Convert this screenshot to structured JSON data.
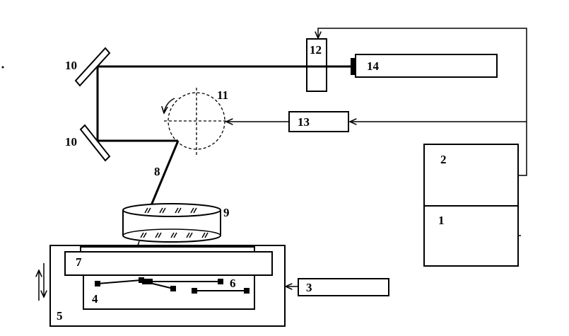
{
  "labels": {
    "l1": "1",
    "l2": "2",
    "l3": "3",
    "l4": "4",
    "l5": "5",
    "l6": "6",
    "l7": "7",
    "l8": "8",
    "l9": "9",
    "l10a": "10",
    "l10b": "10",
    "l11": "11",
    "l12": "12",
    "l13": "13",
    "l14": "14"
  },
  "lens_marks": "/ /"
}
